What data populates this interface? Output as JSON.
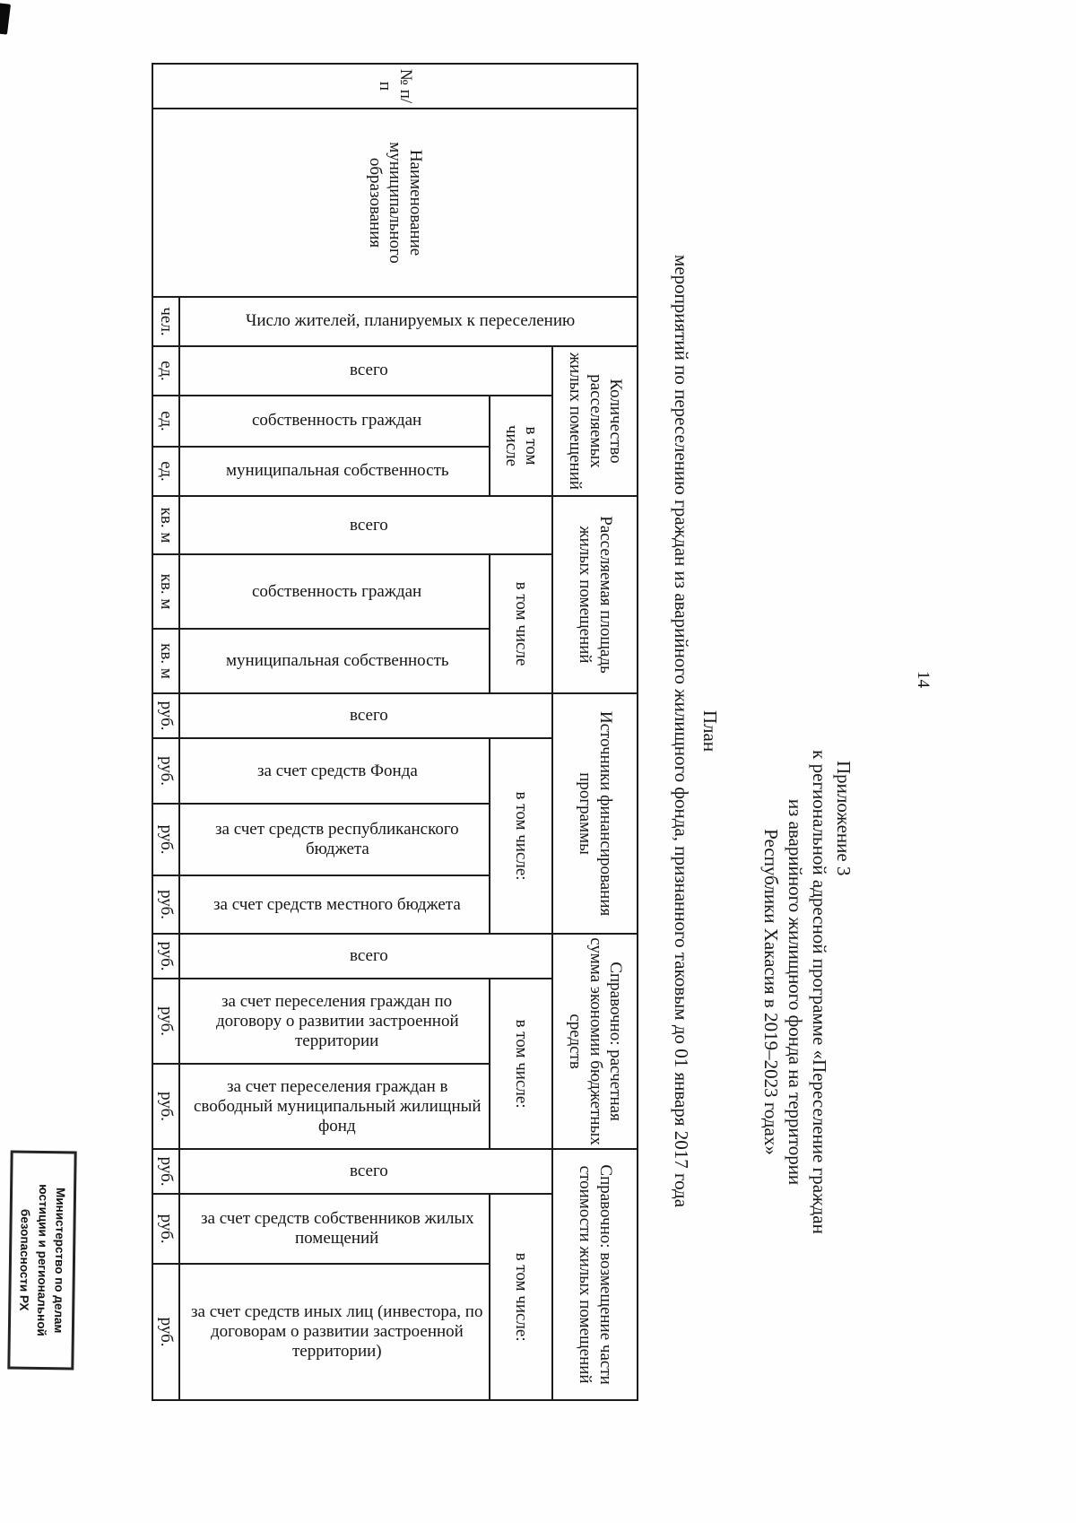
{
  "page": {
    "number": "14"
  },
  "appendix": {
    "line1": "Приложение 3",
    "line2": "к региональной адресной программе «Переселение граждан",
    "line3": "из аварийного жилищного фонда на территории",
    "line4": "Республики Хакасия в 2019–2023 годах»"
  },
  "title": "План",
  "subtitle": "мероприятий по переселению граждан из аварийного жилищного фонда, признанного таковым до 01 января 2017 года",
  "table": {
    "num_label": "№ п/п",
    "municipality_label": "Наименование муниципального образования",
    "residents": {
      "label": "Число жителей, планируемых к переселению",
      "unit": "чел."
    },
    "groups": [
      {
        "title": "Количество расселяемых жилых помещений",
        "total": {
          "label": "всего",
          "unit": "ед."
        },
        "including_label": "в том числе",
        "subcolumns": [
          {
            "label": "собственность граждан",
            "unit": "ед."
          },
          {
            "label": "муниципальная собственность",
            "unit": "ед."
          }
        ]
      },
      {
        "title": "Расселяемая площадь жилых помещений",
        "total": {
          "label": "всего",
          "unit": "кв. м"
        },
        "including_label": "в том числе",
        "subcolumns": [
          {
            "label": "собственность граждан",
            "unit": "кв. м"
          },
          {
            "label": "муниципальная собственность",
            "unit": "кв. м"
          }
        ]
      },
      {
        "title": "Источники финансирования программы",
        "total": {
          "label": "всего",
          "unit": "руб."
        },
        "including_label": "в том числе:",
        "subcolumns": [
          {
            "label": "за счет средств Фонда",
            "unit": "руб."
          },
          {
            "label": "за счет средств республиканского бюджета",
            "unit": "руб."
          },
          {
            "label": "за счет средств местного бюджета",
            "unit": "руб."
          }
        ]
      },
      {
        "title": "Справочно: расчетная сумма экономии бюджетных средств",
        "total": {
          "label": "всего",
          "unit": "руб."
        },
        "including_label": "в том числе:",
        "subcolumns": [
          {
            "label": "за счет переселения граждан по договору о развитии застроенной территории",
            "unit": "руб."
          },
          {
            "label": "за счет переселения граждан в свободный муниципальный жилищный фонд",
            "unit": "руб."
          }
        ]
      },
      {
        "title": "Справочно: возмещение части стоимости жилых помещений",
        "total": {
          "label": "всего",
          "unit": "руб."
        },
        "including_label": "в том числе:",
        "subcolumns": [
          {
            "label": "за счет средств собственников жилых помещений",
            "unit": "руб."
          },
          {
            "label": "за счет средств иных лиц (инвестора, по договорам о развитии застроенной территории)",
            "unit": "руб."
          }
        ]
      }
    ]
  },
  "stamp": {
    "line1": "Министерство по делам",
    "line2": "юстиции и региональной",
    "line3": "безопасности РХ"
  }
}
